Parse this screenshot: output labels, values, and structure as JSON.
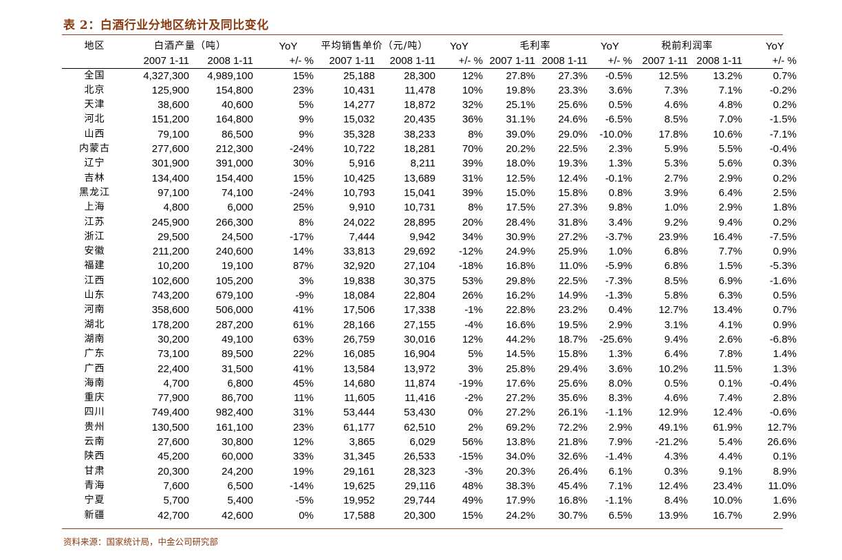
{
  "title": "表 2：白酒行业分地区统计及同比变化",
  "source": "资料来源：国家统计局，中金公司研究部",
  "header": {
    "region": "地区",
    "production": "白酒产量（吨）",
    "yoy": "YoY",
    "price": "平均销售单价（元/吨）",
    "margin": "毛利率",
    "profit": "税前利润率",
    "p2007": "2007 1-11",
    "p2008": "2008 1-11",
    "yoy_pct": "+/- %"
  },
  "rows": [
    {
      "region": "全国",
      "prod07": "4,327,300",
      "prod08": "4,989,100",
      "prod_yoy": "15%",
      "price07": "25,188",
      "price08": "28,300",
      "price_yoy": "12%",
      "gm07": "27.8%",
      "gm08": "27.3%",
      "gm_yoy": "-0.5%",
      "pm07": "12.5%",
      "pm08": "13.2%",
      "pm_yoy": "0.7%"
    },
    {
      "region": "北京",
      "prod07": "125,900",
      "prod08": "154,800",
      "prod_yoy": "23%",
      "price07": "10,431",
      "price08": "11,478",
      "price_yoy": "10%",
      "gm07": "19.8%",
      "gm08": "23.3%",
      "gm_yoy": "3.6%",
      "pm07": "7.3%",
      "pm08": "7.1%",
      "pm_yoy": "-0.2%"
    },
    {
      "region": "天津",
      "prod07": "38,600",
      "prod08": "40,600",
      "prod_yoy": "5%",
      "price07": "14,277",
      "price08": "18,872",
      "price_yoy": "32%",
      "gm07": "25.1%",
      "gm08": "25.6%",
      "gm_yoy": "0.5%",
      "pm07": "4.6%",
      "pm08": "4.8%",
      "pm_yoy": "0.2%"
    },
    {
      "region": "河北",
      "prod07": "151,200",
      "prod08": "164,800",
      "prod_yoy": "9%",
      "price07": "15,032",
      "price08": "20,435",
      "price_yoy": "36%",
      "gm07": "31.1%",
      "gm08": "24.6%",
      "gm_yoy": "-6.5%",
      "pm07": "8.5%",
      "pm08": "7.0%",
      "pm_yoy": "-1.5%"
    },
    {
      "region": "山西",
      "prod07": "79,100",
      "prod08": "86,500",
      "prod_yoy": "9%",
      "price07": "35,328",
      "price08": "38,233",
      "price_yoy": "8%",
      "gm07": "39.0%",
      "gm08": "29.0%",
      "gm_yoy": "-10.0%",
      "pm07": "17.8%",
      "pm08": "10.6%",
      "pm_yoy": "-7.1%"
    },
    {
      "region": "内蒙古",
      "prod07": "277,600",
      "prod08": "212,300",
      "prod_yoy": "-24%",
      "price07": "10,722",
      "price08": "18,281",
      "price_yoy": "70%",
      "gm07": "20.2%",
      "gm08": "22.5%",
      "gm_yoy": "2.3%",
      "pm07": "5.9%",
      "pm08": "5.5%",
      "pm_yoy": "-0.4%"
    },
    {
      "region": "辽宁",
      "prod07": "301,900",
      "prod08": "391,000",
      "prod_yoy": "30%",
      "price07": "5,916",
      "price08": "8,211",
      "price_yoy": "39%",
      "gm07": "18.0%",
      "gm08": "19.3%",
      "gm_yoy": "1.3%",
      "pm07": "5.3%",
      "pm08": "5.6%",
      "pm_yoy": "0.3%"
    },
    {
      "region": "吉林",
      "prod07": "134,400",
      "prod08": "154,400",
      "prod_yoy": "15%",
      "price07": "10,425",
      "price08": "13,689",
      "price_yoy": "31%",
      "gm07": "12.5%",
      "gm08": "12.4%",
      "gm_yoy": "-0.1%",
      "pm07": "2.7%",
      "pm08": "2.9%",
      "pm_yoy": "0.2%"
    },
    {
      "region": "黑龙江",
      "prod07": "97,100",
      "prod08": "74,100",
      "prod_yoy": "-24%",
      "price07": "10,793",
      "price08": "15,041",
      "price_yoy": "39%",
      "gm07": "15.0%",
      "gm08": "15.8%",
      "gm_yoy": "0.8%",
      "pm07": "3.9%",
      "pm08": "6.4%",
      "pm_yoy": "2.5%"
    },
    {
      "region": "上海",
      "prod07": "4,800",
      "prod08": "6,000",
      "prod_yoy": "25%",
      "price07": "9,910",
      "price08": "10,731",
      "price_yoy": "8%",
      "gm07": "17.5%",
      "gm08": "27.3%",
      "gm_yoy": "9.8%",
      "pm07": "1.0%",
      "pm08": "2.9%",
      "pm_yoy": "1.8%"
    },
    {
      "region": "江苏",
      "prod07": "245,900",
      "prod08": "266,300",
      "prod_yoy": "8%",
      "price07": "24,022",
      "price08": "28,895",
      "price_yoy": "20%",
      "gm07": "28.4%",
      "gm08": "31.8%",
      "gm_yoy": "3.4%",
      "pm07": "9.2%",
      "pm08": "9.4%",
      "pm_yoy": "0.2%"
    },
    {
      "region": "浙江",
      "prod07": "29,500",
      "prod08": "24,500",
      "prod_yoy": "-17%",
      "price07": "7,444",
      "price08": "9,942",
      "price_yoy": "34%",
      "gm07": "30.9%",
      "gm08": "27.2%",
      "gm_yoy": "-3.7%",
      "pm07": "23.9%",
      "pm08": "16.4%",
      "pm_yoy": "-7.5%"
    },
    {
      "region": "安徽",
      "prod07": "211,200",
      "prod08": "240,600",
      "prod_yoy": "14%",
      "price07": "33,813",
      "price08": "29,692",
      "price_yoy": "-12%",
      "gm07": "24.9%",
      "gm08": "25.9%",
      "gm_yoy": "1.0%",
      "pm07": "6.8%",
      "pm08": "7.7%",
      "pm_yoy": "0.9%"
    },
    {
      "region": "福建",
      "prod07": "10,200",
      "prod08": "19,100",
      "prod_yoy": "87%",
      "price07": "32,920",
      "price08": "27,104",
      "price_yoy": "-18%",
      "gm07": "16.8%",
      "gm08": "11.0%",
      "gm_yoy": "-5.9%",
      "pm07": "6.8%",
      "pm08": "1.5%",
      "pm_yoy": "-5.3%"
    },
    {
      "region": "江西",
      "prod07": "102,600",
      "prod08": "105,200",
      "prod_yoy": "3%",
      "price07": "19,838",
      "price08": "30,375",
      "price_yoy": "53%",
      "gm07": "29.8%",
      "gm08": "22.5%",
      "gm_yoy": "-7.3%",
      "pm07": "8.5%",
      "pm08": "6.9%",
      "pm_yoy": "-1.6%"
    },
    {
      "region": "山东",
      "prod07": "743,200",
      "prod08": "679,100",
      "prod_yoy": "-9%",
      "price07": "18,084",
      "price08": "22,804",
      "price_yoy": "26%",
      "gm07": "16.2%",
      "gm08": "14.9%",
      "gm_yoy": "-1.3%",
      "pm07": "5.8%",
      "pm08": "6.3%",
      "pm_yoy": "0.5%"
    },
    {
      "region": "河南",
      "prod07": "358,600",
      "prod08": "506,000",
      "prod_yoy": "41%",
      "price07": "17,506",
      "price08": "17,338",
      "price_yoy": "-1%",
      "gm07": "22.8%",
      "gm08": "23.2%",
      "gm_yoy": "0.4%",
      "pm07": "12.7%",
      "pm08": "13.4%",
      "pm_yoy": "0.7%"
    },
    {
      "region": "湖北",
      "prod07": "178,200",
      "prod08": "287,200",
      "prod_yoy": "61%",
      "price07": "28,166",
      "price08": "27,155",
      "price_yoy": "-4%",
      "gm07": "16.6%",
      "gm08": "19.5%",
      "gm_yoy": "2.9%",
      "pm07": "3.1%",
      "pm08": "4.1%",
      "pm_yoy": "0.9%"
    },
    {
      "region": "湖南",
      "prod07": "30,200",
      "prod08": "49,100",
      "prod_yoy": "63%",
      "price07": "26,759",
      "price08": "30,016",
      "price_yoy": "12%",
      "gm07": "44.2%",
      "gm08": "18.7%",
      "gm_yoy": "-25.6%",
      "pm07": "9.4%",
      "pm08": "2.6%",
      "pm_yoy": "-6.8%"
    },
    {
      "region": "广东",
      "prod07": "73,100",
      "prod08": "89,500",
      "prod_yoy": "22%",
      "price07": "16,085",
      "price08": "16,904",
      "price_yoy": "5%",
      "gm07": "14.5%",
      "gm08": "15.8%",
      "gm_yoy": "1.3%",
      "pm07": "6.4%",
      "pm08": "7.8%",
      "pm_yoy": "1.4%"
    },
    {
      "region": "广西",
      "prod07": "22,400",
      "prod08": "31,500",
      "prod_yoy": "41%",
      "price07": "13,584",
      "price08": "13,972",
      "price_yoy": "3%",
      "gm07": "25.8%",
      "gm08": "29.4%",
      "gm_yoy": "3.6%",
      "pm07": "10.2%",
      "pm08": "11.5%",
      "pm_yoy": "1.3%"
    },
    {
      "region": "海南",
      "prod07": "4,700",
      "prod08": "6,800",
      "prod_yoy": "45%",
      "price07": "14,680",
      "price08": "11,874",
      "price_yoy": "-19%",
      "gm07": "17.6%",
      "gm08": "25.6%",
      "gm_yoy": "8.0%",
      "pm07": "0.5%",
      "pm08": "0.1%",
      "pm_yoy": "-0.4%"
    },
    {
      "region": "重庆",
      "prod07": "77,900",
      "prod08": "86,700",
      "prod_yoy": "11%",
      "price07": "11,605",
      "price08": "11,416",
      "price_yoy": "-2%",
      "gm07": "27.2%",
      "gm08": "35.6%",
      "gm_yoy": "8.3%",
      "pm07": "4.6%",
      "pm08": "7.4%",
      "pm_yoy": "2.8%"
    },
    {
      "region": "四川",
      "prod07": "749,400",
      "prod08": "982,400",
      "prod_yoy": "31%",
      "price07": "53,444",
      "price08": "53,430",
      "price_yoy": "0%",
      "gm07": "27.2%",
      "gm08": "26.1%",
      "gm_yoy": "-1.1%",
      "pm07": "12.9%",
      "pm08": "12.4%",
      "pm_yoy": "-0.6%"
    },
    {
      "region": "贵州",
      "prod07": "130,500",
      "prod08": "161,100",
      "prod_yoy": "23%",
      "price07": "61,177",
      "price08": "62,510",
      "price_yoy": "2%",
      "gm07": "69.2%",
      "gm08": "72.2%",
      "gm_yoy": "2.9%",
      "pm07": "49.1%",
      "pm08": "61.9%",
      "pm_yoy": "12.7%"
    },
    {
      "region": "云南",
      "prod07": "27,600",
      "prod08": "30,800",
      "prod_yoy": "12%",
      "price07": "3,865",
      "price08": "6,029",
      "price_yoy": "56%",
      "gm07": "13.8%",
      "gm08": "21.8%",
      "gm_yoy": "7.9%",
      "pm07": "-21.2%",
      "pm08": "5.4%",
      "pm_yoy": "26.6%"
    },
    {
      "region": "陕西",
      "prod07": "45,200",
      "prod08": "60,000",
      "prod_yoy": "33%",
      "price07": "31,345",
      "price08": "26,533",
      "price_yoy": "-15%",
      "gm07": "34.0%",
      "gm08": "32.6%",
      "gm_yoy": "-1.4%",
      "pm07": "4.3%",
      "pm08": "4.4%",
      "pm_yoy": "0.1%"
    },
    {
      "region": "甘肃",
      "prod07": "20,300",
      "prod08": "24,200",
      "prod_yoy": "19%",
      "price07": "29,161",
      "price08": "28,323",
      "price_yoy": "-3%",
      "gm07": "20.3%",
      "gm08": "26.4%",
      "gm_yoy": "6.1%",
      "pm07": "0.3%",
      "pm08": "9.1%",
      "pm_yoy": "8.9%"
    },
    {
      "region": "青海",
      "prod07": "7,600",
      "prod08": "6,500",
      "prod_yoy": "-14%",
      "price07": "19,625",
      "price08": "29,116",
      "price_yoy": "48%",
      "gm07": "38.3%",
      "gm08": "45.4%",
      "gm_yoy": "7.1%",
      "pm07": "12.4%",
      "pm08": "23.4%",
      "pm_yoy": "11.0%"
    },
    {
      "region": "宁夏",
      "prod07": "5,700",
      "prod08": "5,400",
      "prod_yoy": "-5%",
      "price07": "19,952",
      "price08": "29,744",
      "price_yoy": "49%",
      "gm07": "17.9%",
      "gm08": "16.8%",
      "gm_yoy": "-1.1%",
      "pm07": "8.4%",
      "pm08": "10.0%",
      "pm_yoy": "1.6%"
    },
    {
      "region": "新疆",
      "prod07": "42,700",
      "prod08": "42,600",
      "prod_yoy": "0%",
      "price07": "17,588",
      "price08": "20,300",
      "price_yoy": "15%",
      "gm07": "24.2%",
      "gm08": "30.7%",
      "gm_yoy": "6.5%",
      "pm07": "13.9%",
      "pm08": "16.7%",
      "pm_yoy": "2.9%"
    }
  ],
  "colors": {
    "accent": "#8a3b12",
    "text": "#000000"
  }
}
